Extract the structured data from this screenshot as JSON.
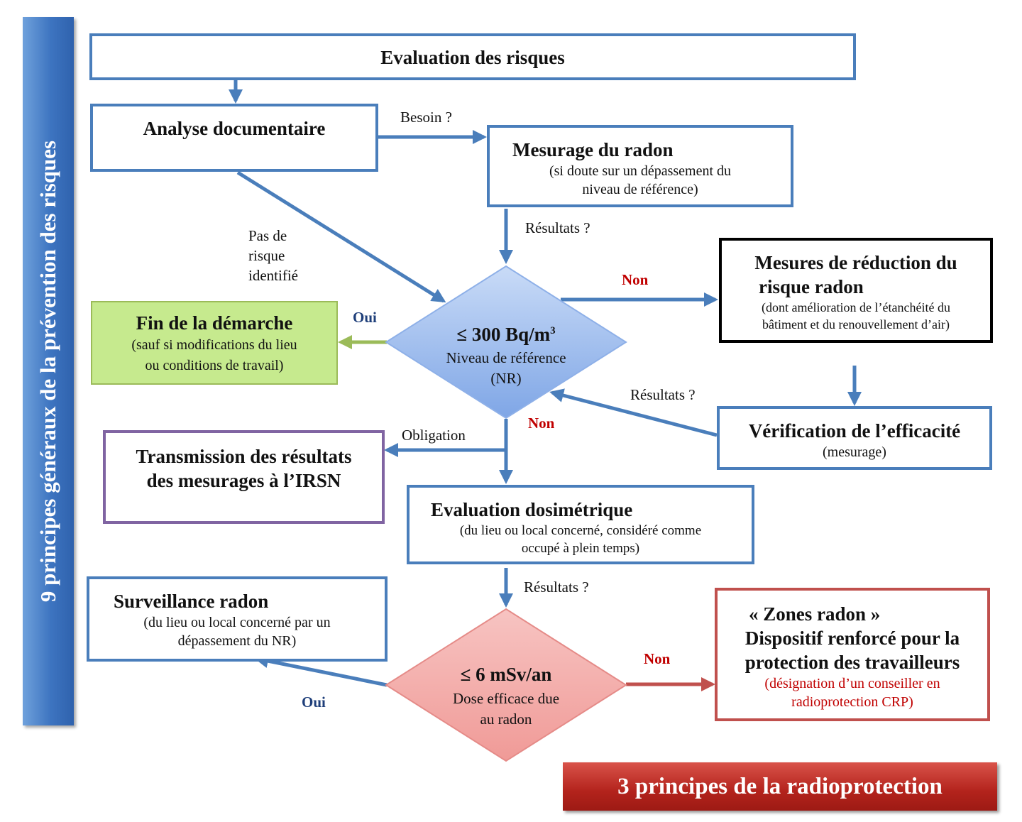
{
  "sidebar": {
    "label": "9 principes généraux de la prévention des risques"
  },
  "banner": {
    "label": "3 principes de la radioprotection"
  },
  "boxes": {
    "evaluation_risques": {
      "title": "Evaluation des risques"
    },
    "analyse_documentaire": {
      "title": "Analyse documentaire"
    },
    "mesurage_radon": {
      "title": "Mesurage du radon",
      "sub1": "(si doute sur un dépassement du",
      "sub2": "niveau de référence)"
    },
    "mesures_reduction": {
      "title1": "Mesures de réduction du",
      "title2": "risque radon",
      "sub1": "(dont amélioration de l’étanchéité du",
      "sub2": "bâtiment et du renouvellement d’air)"
    },
    "fin_demarche": {
      "title": "Fin de la démarche",
      "sub1": "(sauf si modifications du lieu",
      "sub2": "ou conditions de travail)"
    },
    "verification": {
      "title": "Vérification de l’efficacité",
      "sub": "(mesurage)"
    },
    "transmission": {
      "title1": "Transmission des résultats",
      "title2": "des mesurages à l’IRSN"
    },
    "evaluation_dosimetrique": {
      "title": "Evaluation dosimétrique",
      "sub1": "(du lieu ou local concerné, considéré comme",
      "sub2": "occupé à plein temps)"
    },
    "surveillance": {
      "title": "Surveillance radon",
      "sub1": "(du lieu ou local concerné par un",
      "sub2": "dépassement du NR)"
    },
    "zones_radon": {
      "title1": "« Zones radon »",
      "title2": "Dispositif renforcé pour la",
      "title3": "protection des travailleurs",
      "sub1": "(désignation d’un conseiller en",
      "sub2": "radioprotection CRP)"
    }
  },
  "diamonds": {
    "nr": {
      "value": "≤ 300 Bq/m",
      "superscript": "3",
      "line1": "Niveau de référence",
      "line2": "(NR)"
    },
    "dose": {
      "value": "≤ 6 mSv/an",
      "line1": "Dose efficace due",
      "line2": "au radon"
    }
  },
  "labels": {
    "besoin": "Besoin ?",
    "resultats_1": "Résultats ?",
    "pas_de_risque_1": "Pas de",
    "pas_de_risque_2": "risque",
    "pas_de_risque_3": "identifié",
    "non_1": "Non",
    "oui_1": "Oui",
    "resultats_2": "Résultats ?",
    "non_2": "Non",
    "obligation": "Obligation",
    "resultats_3": "Résultats ?",
    "non_3": "Non",
    "oui_2": "Oui"
  },
  "colors": {
    "blue_border": "#4a7ebb",
    "green_fill": "#c6ea8e",
    "green_border": "#9bbb59",
    "purple_border": "#8064a2",
    "red_border": "#c0504d",
    "red_text": "#c00000",
    "nr_diamond_fill": "#9dbbef",
    "dose_diamond_fill": "#f4a8a6"
  }
}
